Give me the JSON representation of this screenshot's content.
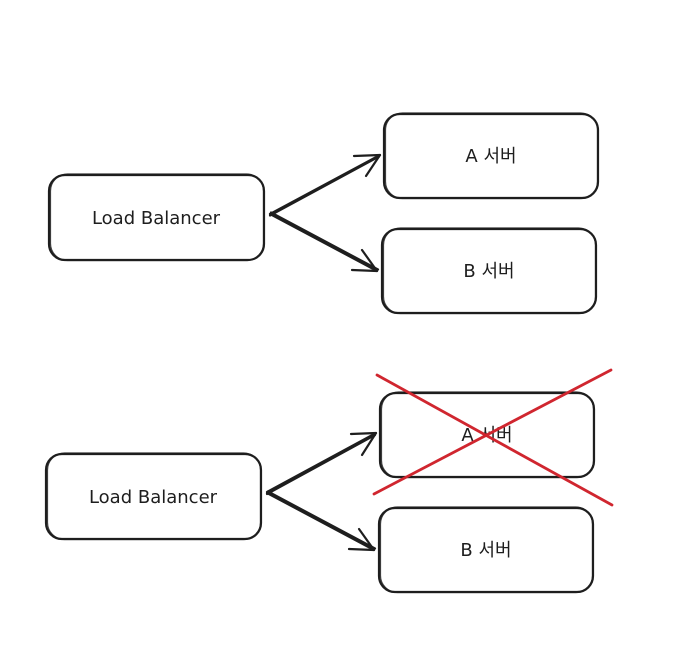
{
  "top": {
    "lb_label": "Load Balancer",
    "server_a_label": "A 서버",
    "server_b_label": "B 서버"
  },
  "bottom": {
    "lb_label": "Load Balancer",
    "server_a_label": "A 서버",
    "server_b_label": "B 서버"
  },
  "colors": {
    "stroke": "#1e1e1e",
    "cross": "#d0262f",
    "background": "#ffffff"
  }
}
